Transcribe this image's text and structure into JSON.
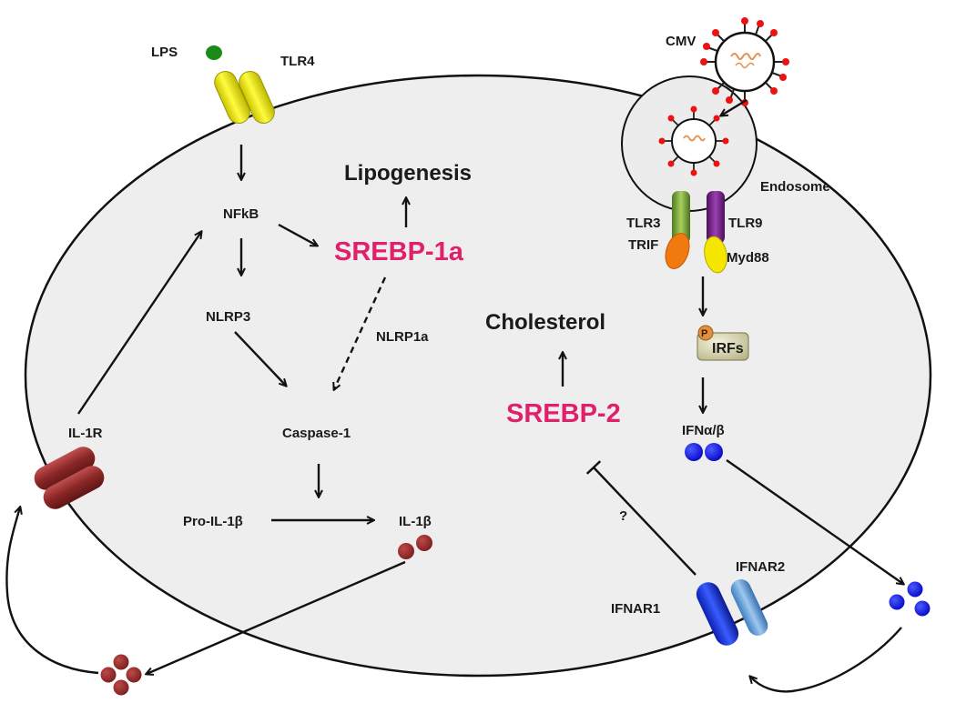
{
  "colors": {
    "srebp": "#e0206a",
    "cell_fill": "#eeeeee",
    "tlr4": "#f2ee00",
    "il1b": "#9a2e2e",
    "ifn": "#1010e0",
    "ifnar1": "#1f3ad8",
    "ifnar2": "#5b9bd5",
    "lps": "#1a8a1a",
    "tlr3": "#7aa23a",
    "tlr9": "#7a1f8a",
    "trif": "#f07a10",
    "myd88": "#f5e600"
  },
  "labels": {
    "lps": "LPS",
    "tlr4": "TLR4",
    "cmv": "CMV",
    "lipogenesis": "Lipogenesis",
    "nfkb": "NFkB",
    "srebp1a": "SREBP-1a",
    "nlrp3": "NLRP3",
    "nlrp1a": "NLRP1a",
    "caspase1": "Caspase-1",
    "pro_il1b": "Pro-IL-1β",
    "il1b": "IL-1β",
    "il1r": "IL-1R",
    "endosome": "Endosome",
    "tlr3": "TLR3",
    "trif": "TRIF",
    "tlr9": "TLR9",
    "myd88": "Myd88",
    "cholesterol": "Cholesterol",
    "srebp2": "SREBP-2",
    "p": "P",
    "irfs": "IRFs",
    "ifn": "IFNα/β",
    "question": "?",
    "ifnar1": "IFNAR1",
    "ifnar2": "IFNAR2"
  }
}
